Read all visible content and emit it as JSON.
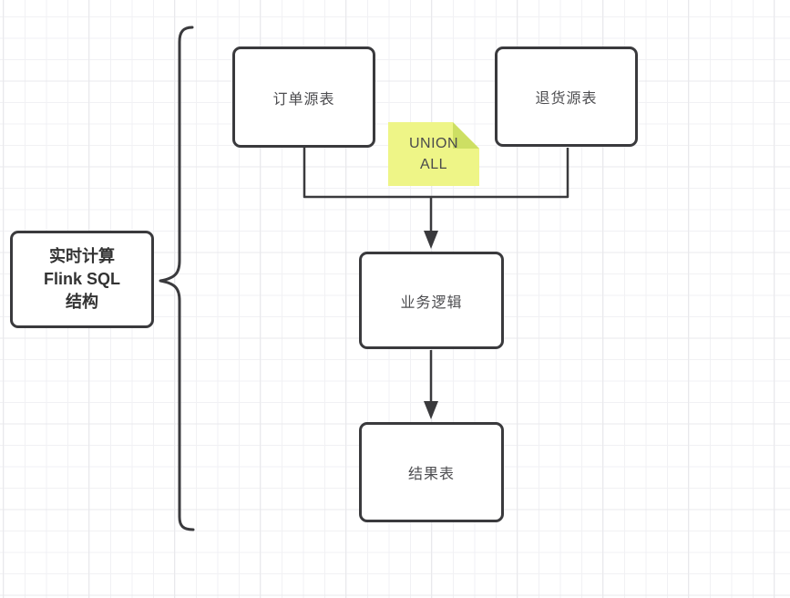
{
  "diagram": {
    "group_label": {
      "line1": "实时计算",
      "line2": "Flink SQL",
      "line3": "结构"
    },
    "nodes": {
      "order_source": "订单源表",
      "return_source": "退货源表",
      "business_logic": "业务逻辑",
      "result_table": "结果表"
    },
    "union_note": {
      "line1": "UNION",
      "line2": "ALL"
    },
    "colors": {
      "shape_border": "#3a3a3d",
      "shape_text": "#4d4d50",
      "label_text": "#333333",
      "connector": "#3a3a3d",
      "note_background": "#eef587",
      "note_fold": "#cddf63",
      "grid_minor": "#f1f1f4",
      "grid_major": "#e9e9ec",
      "canvas_background": "#ffffff"
    }
  }
}
